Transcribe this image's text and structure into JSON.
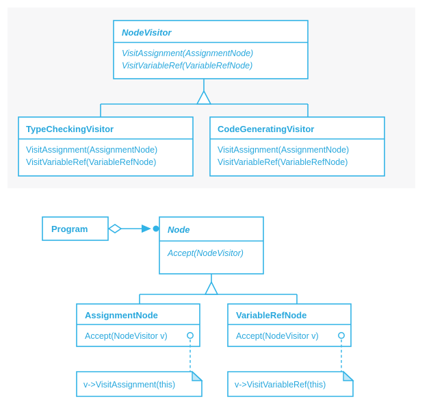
{
  "figure": {
    "title": "Visitor pattern UML class diagrams",
    "stroke_color": "#31b3e6",
    "text_color": "#29a8dd",
    "panel_background": "#f7f7f8",
    "box_fill": "#ffffff"
  },
  "diagram_visitor": {
    "base": {
      "name": "NodeVisitor",
      "abstract": true,
      "operations": [
        "VisitAssignment(AssignmentNode)",
        "VisitVariableRef(VariableRefNode)"
      ]
    },
    "subclasses": [
      {
        "name": "TypeCheckingVisitor",
        "abstract": false,
        "operations": [
          "VisitAssignment(AssignmentNode)",
          "VisitVariableRef(VariableRefNode)"
        ]
      },
      {
        "name": "CodeGeneratingVisitor",
        "abstract": false,
        "operations": [
          "VisitAssignment(AssignmentNode)",
          "VisitVariableRef(VariableRefNode)"
        ]
      }
    ],
    "relation": "generalization"
  },
  "diagram_node": {
    "client": {
      "name": "Program",
      "abstract": false
    },
    "aggregation": {
      "from": "Program",
      "to": "Node",
      "marker_source": "hollow-diamond",
      "marker_target": "filled-dot-arrow"
    },
    "base": {
      "name": "Node",
      "abstract": true,
      "operations": [
        "Accept(NodeVisitor)"
      ]
    },
    "subclasses": [
      {
        "name": "AssignmentNode",
        "abstract": false,
        "operations": [
          "Accept(NodeVisitor v)"
        ],
        "note": "v->VisitAssignment(this)"
      },
      {
        "name": "VariableRefNode",
        "abstract": false,
        "operations": [
          "Accept(NodeVisitor v)"
        ],
        "note": "v->VisitVariableRef(this)"
      }
    ],
    "relation": "generalization"
  }
}
